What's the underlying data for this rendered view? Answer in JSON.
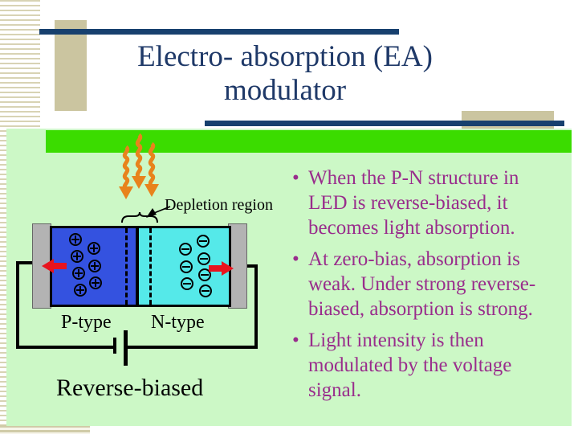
{
  "title": {
    "line1": "Electro- absorption (EA)",
    "line2": "modulator"
  },
  "bullets": [
    {
      "lines": [
        "When the P-N structure in",
        "LED is reverse-biased, it",
        "becomes light absorption."
      ]
    },
    {
      "lines": [
        "At zero-bias, absorption is",
        "weak. Under strong reverse-",
        "biased, absorption is strong."
      ]
    },
    {
      "lines": [
        "Light intensity is then",
        "modulated by the voltage",
        "signal."
      ]
    }
  ],
  "bullet_char": "•",
  "diagram": {
    "depletion_label": "Depletion region",
    "p_type_label": "P-type",
    "n_type_label": "N-type",
    "bias_label": "Reverse-biased",
    "p_charge_symbol": "plus-in-circle",
    "n_charge_symbol": "minus-in-circle",
    "p_charge_count": 7,
    "n_charge_count": 7,
    "icons": {
      "light": "orange-wavy-down-arrows",
      "hole_flow": "red-arrow-left",
      "electron_flow": "red-arrow-right",
      "battery": "battery-symbol",
      "depletion_pointer": "down-left-arrow",
      "depletion_brace": "over-brace"
    }
  },
  "colors": {
    "title_text": "#1f3968",
    "accent_line": "#17406e",
    "body_text": "#992d8c",
    "panel_green": "#ccf8c6",
    "bar_green": "#3bdc00",
    "tan_decoration": "#cbc5a0",
    "p_region_blue": "#3452e0",
    "n_region_cyan": "#55e9e9",
    "electrode_gray": "#b3b3b3",
    "red_arrow": "#e8141e",
    "light_orange": "#e8831c"
  }
}
